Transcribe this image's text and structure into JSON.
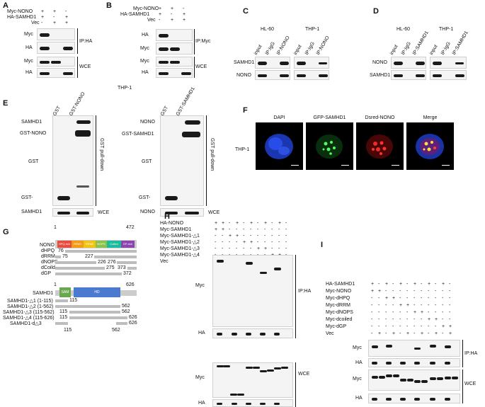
{
  "panels": {
    "A": {
      "letter": "A",
      "rows": [
        {
          "label": "Myc-NONO",
          "signs": [
            "+",
            "+",
            "-"
          ]
        },
        {
          "label": "HA-SAMHD1",
          "signs": [
            "+",
            "-",
            "+"
          ]
        },
        {
          "label": "Vec",
          "signs": [
            "-",
            "+",
            "+"
          ]
        }
      ],
      "blots": [
        "Myc",
        "HA",
        "Myc",
        "HA"
      ],
      "groups": [
        "IP:HA",
        "WCE"
      ]
    },
    "B": {
      "letter": "B",
      "rows": [
        {
          "label": "Myc-NONO",
          "signs": [
            "+",
            "+",
            "-"
          ]
        },
        {
          "label": "HA-SAMHD1",
          "signs": [
            "+",
            "-",
            "+"
          ]
        },
        {
          "label": "Vec",
          "signs": [
            "-",
            "+",
            "+"
          ]
        }
      ],
      "blots": [
        "HA",
        "Myc",
        "Myc",
        "HA"
      ],
      "groups": [
        "IP:Myc",
        "WCE"
      ],
      "cell": "THP-1"
    },
    "C": {
      "letter": "C",
      "cells": [
        "HL-60",
        "THP-1"
      ],
      "lanes": [
        "input",
        "IP:IgG",
        "IP:NONO",
        "input",
        "IP:IgG",
        "IP:NONO"
      ],
      "blots": [
        "SAMHD1",
        "NONO"
      ]
    },
    "D": {
      "letter": "D",
      "cells": [
        "HL-60",
        "THP-1"
      ],
      "lanes": [
        "input",
        "IP:IgG",
        "IP:SAMHD1",
        "input",
        "IP:IgG",
        "IP:SAMHD1"
      ],
      "blots": [
        "NONO",
        "SAMHD1"
      ]
    },
    "E": {
      "letter": "E",
      "left": {
        "lanes": [
          "GST",
          "GST-NONO"
        ],
        "blots": [
          "SAMHD1",
          "GST-NONO",
          "GST",
          "GST-",
          "SAMHD1"
        ],
        "pull": "GST pull-down",
        "wce": "WCE"
      },
      "right": {
        "lanes": [
          "GST",
          "GST-SAMHD1"
        ],
        "blots": [
          "NONO",
          "GST-SAMHD1",
          "GST",
          "GST-",
          "NONO"
        ],
        "pull": "GST pull-down",
        "wce": "WCE"
      }
    },
    "F": {
      "letter": "F",
      "cell": "THP-1",
      "titles": [
        "DAPI",
        "GFP-SAMHD1",
        "Dsred-NONO",
        "Merge"
      ]
    },
    "G": {
      "letter": "G",
      "nono": {
        "name": "NONO",
        "start": "1",
        "end": "472",
        "domains": [
          "HPQ-rich",
          "RRM1",
          "RRM2",
          "NOPS",
          "Coiled",
          "GP-rich"
        ],
        "constructs": [
          {
            "name": "dHPQ",
            "n1": "76",
            "n2": ""
          },
          {
            "name": "dRRM",
            "n1": "75",
            "n2": "227"
          },
          {
            "name": "dNOPS",
            "n1": "226",
            "n2": "276"
          },
          {
            "name": "dCoild",
            "n1": "275",
            "n2": "373"
          },
          {
            "name": "dGP",
            "n1": "",
            "n2": "372"
          }
        ]
      },
      "samhd1": {
        "name": "SAMHD1",
        "start": "1",
        "end": "626",
        "domains": [
          "SAM",
          "HD"
        ],
        "constructs": [
          {
            "name": "SAMHD1-△1 (1-115)",
            "n1": "115",
            "n2": ""
          },
          {
            "name": "SAMHD1-△2 (1-562)",
            "n1": "",
            "n2": "562"
          },
          {
            "name": "SAMHD1-△3 (115-562)",
            "n1": "115",
            "n2": "562"
          },
          {
            "name": "SAMHD1-△4 (115-626)",
            "n1": "115",
            "n2": "626"
          },
          {
            "name": "SAMHD1-d△3",
            "n1": "",
            "n2": "626"
          }
        ],
        "bottom": [
          "115",
          "562"
        ]
      }
    },
    "H": {
      "letter": "H",
      "rows": [
        {
          "label": "HA-NONO",
          "signs": [
            "+",
            "+",
            "-",
            "+",
            "-",
            "+",
            "-",
            "+",
            "-",
            "+",
            "-"
          ]
        },
        {
          "label": "Myc-SAMHD1",
          "signs": [
            "+",
            "+",
            "-",
            "-",
            "-",
            "-",
            "-",
            "-",
            "-",
            "-",
            "-"
          ]
        },
        {
          "label": "Myc-SAMHD1-△1",
          "signs": [
            "-",
            "-",
            "+",
            "+",
            "-",
            "-",
            "-",
            "-",
            "-",
            "-",
            "-"
          ]
        },
        {
          "label": "Myc-SAMHD1-△2",
          "signs": [
            "-",
            "-",
            "-",
            "-",
            "+",
            "+",
            "-",
            "-",
            "-",
            "-",
            "-"
          ]
        },
        {
          "label": "Myc-SAMHD1-△3",
          "signs": [
            "-",
            "-",
            "-",
            "-",
            "-",
            "-",
            "+",
            "+",
            "-",
            "-",
            "-"
          ]
        },
        {
          "label": "Myc-SAMHD1-△4",
          "signs": [
            "-",
            "-",
            "-",
            "-",
            "-",
            "-",
            "-",
            "-",
            "+",
            "+",
            "-"
          ]
        },
        {
          "label": "Vec",
          "signs": [
            "-",
            "+",
            "-",
            "+",
            "-",
            "+",
            "-",
            "+",
            "-",
            "+",
            "+"
          ]
        }
      ],
      "blots": [
        "Myc",
        "HA",
        "Myc",
        "HA"
      ],
      "groups": [
        "IP:HA",
        "WCE"
      ]
    },
    "I": {
      "letter": "I",
      "rows": [
        {
          "label": "HA-SAMHD1",
          "signs": [
            "+",
            "-",
            "+",
            "-",
            "+",
            "-",
            "+",
            "-",
            "+",
            "-",
            "+",
            "-"
          ]
        },
        {
          "label": "Myc-NONO",
          "signs": [
            "+",
            "+",
            "-",
            "-",
            "-",
            "-",
            "-",
            "-",
            "-",
            "-",
            "-",
            "-"
          ]
        },
        {
          "label": "Myc-dHPQ",
          "signs": [
            "-",
            "-",
            "+",
            "+",
            "-",
            "-",
            "-",
            "-",
            "-",
            "-",
            "-",
            "-"
          ]
        },
        {
          "label": "Myc-dRRM",
          "signs": [
            "-",
            "-",
            "-",
            "-",
            "+",
            "+",
            "-",
            "-",
            "-",
            "-",
            "-",
            "-"
          ]
        },
        {
          "label": "Myc-dNOPS",
          "signs": [
            "-",
            "-",
            "-",
            "-",
            "-",
            "-",
            "+",
            "+",
            "-",
            "-",
            "-",
            "-"
          ]
        },
        {
          "label": "Myc-dcoiled",
          "signs": [
            "-",
            "-",
            "-",
            "-",
            "-",
            "-",
            "-",
            "-",
            "+",
            "+",
            "-",
            "-"
          ]
        },
        {
          "label": "Myc-dGP",
          "signs": [
            "-",
            "-",
            "-",
            "-",
            "-",
            "-",
            "-",
            "-",
            "-",
            "-",
            "+",
            "+"
          ]
        },
        {
          "label": "Vec",
          "signs": [
            "-",
            "+",
            "-",
            "+",
            "-",
            "+",
            "-",
            "+",
            "-",
            "+",
            "-",
            "+"
          ]
        }
      ],
      "blots": [
        "Myc",
        "HA",
        "Myc",
        "HA"
      ],
      "groups": [
        "IP:HA",
        "WCE"
      ]
    }
  },
  "colors": {
    "band": "#1a1a1a",
    "dapi": "#1f3fd0",
    "gfp": "#2ecc40",
    "dsred": "#e02020",
    "hpq": "#e74c3c",
    "rrm1": "#f39c12",
    "rrm2": "#f1c40f",
    "nops": "#8bc34a",
    "coiled": "#1abc9c",
    "gp": "#8e44ad",
    "sam": "#6aa84f",
    "hd": "#4a7bd0"
  }
}
